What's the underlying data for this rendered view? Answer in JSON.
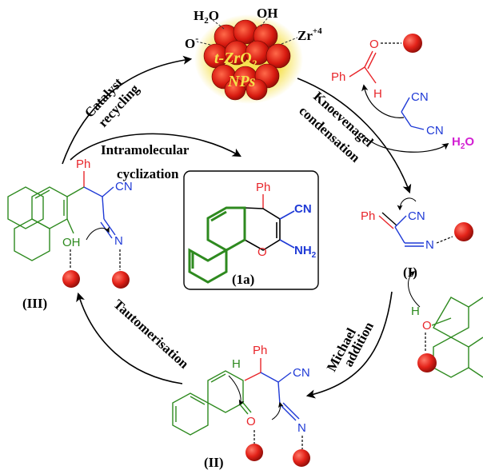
{
  "colors": {
    "red": "#e8262b",
    "blue": "#1f3ad6",
    "green": "#2e8a1f",
    "magenta": "#d21fd2",
    "black": "#000000",
    "orange_glow": "#f6d02a",
    "ball": "#e32219"
  },
  "catalyst": {
    "h2o": "H",
    "h2o_sub": "2",
    "h2o_o": "O",
    "oh": "OH",
    "o_minus": "O",
    "o_minus_sup": "-",
    "zr": "Zr",
    "zr_sup": "+4",
    "name_line1_a": "t-ZrO",
    "name_line1_sub": "2",
    "name_line2": "NPs"
  },
  "steps": {
    "catalyst_recycling_1": "Catalyst",
    "catalyst_recycling_2": "recycling",
    "knoevenagel_1": "Knoevenagel",
    "knoevenagel_2": "condensation",
    "intramolecular_1": "Intramolecular",
    "intramolecular_2": "cyclization",
    "michael_1": "Michael",
    "michael_2": "addition",
    "tautomerisation": "Tautomerisation"
  },
  "byproduct": {
    "h": "H",
    "sub": "2",
    "o": "O"
  },
  "labels": {
    "i": "(I)",
    "ii": "(II)",
    "iii": "(III)",
    "product": "(1a)"
  },
  "atoms": {
    "ph": "Ph",
    "cn": "CN",
    "h": "H",
    "o": "O",
    "n": "N",
    "oh": "OH",
    "nh": "NH",
    "nh_sub": "2"
  }
}
